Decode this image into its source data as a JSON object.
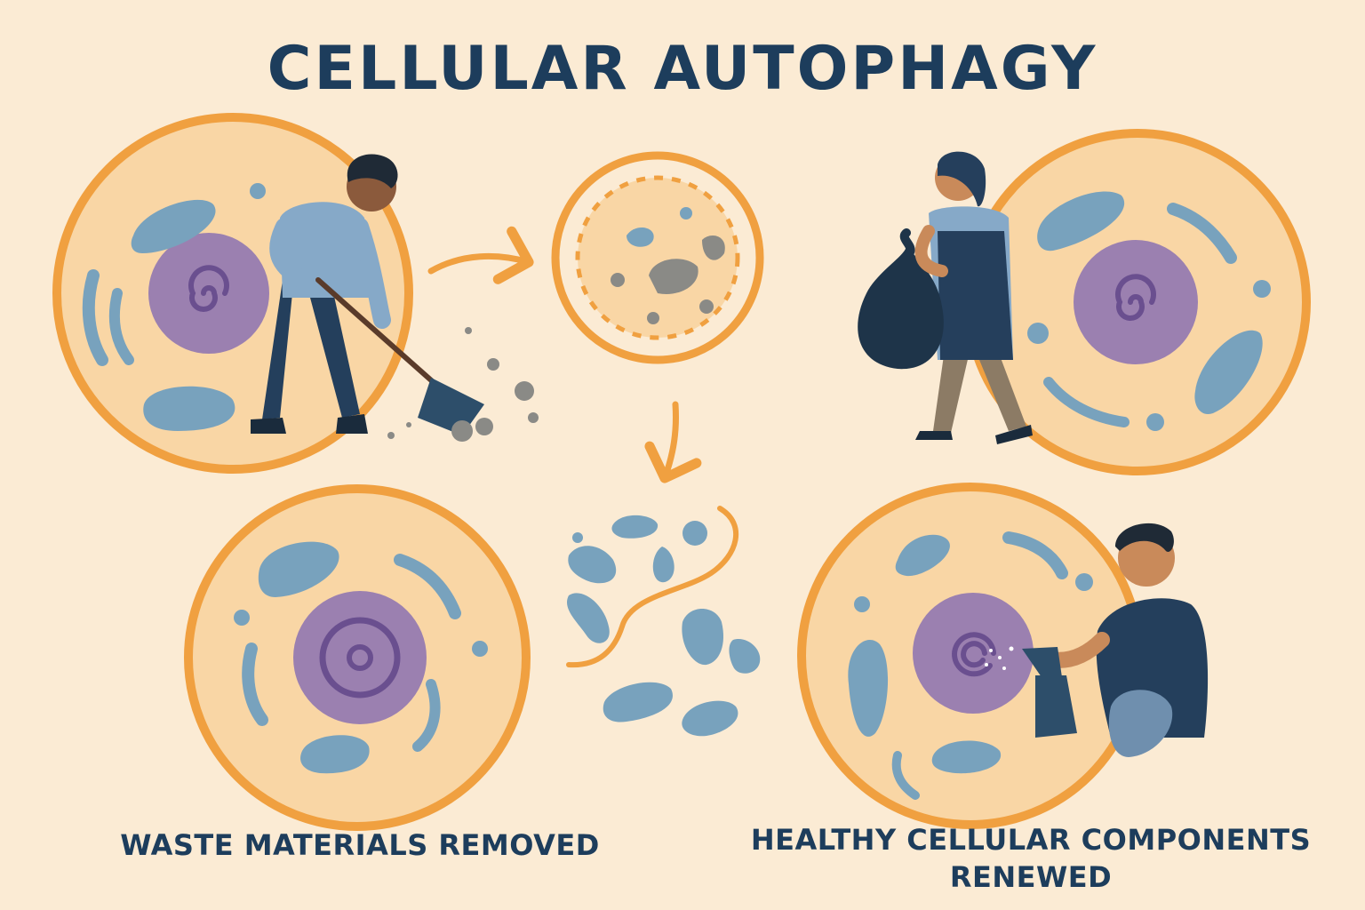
{
  "diagram": {
    "title": "CELLULAR AUTOPHAGY",
    "caption_left": "WASTE MATERIALS REMOVED",
    "caption_right_line1": "HEALTHY CELLULAR COMPONENTS",
    "caption_right_line2": "RENEWED"
  },
  "palette": {
    "background": "#fbebd4",
    "cell_membrane": "#f0a040",
    "cytoplasm": "#f9d6a5",
    "nucleus": "#9b80b0",
    "organelle": "#78a2bd",
    "text": "#1d3d5c",
    "debris": "#8a8a86"
  }
}
